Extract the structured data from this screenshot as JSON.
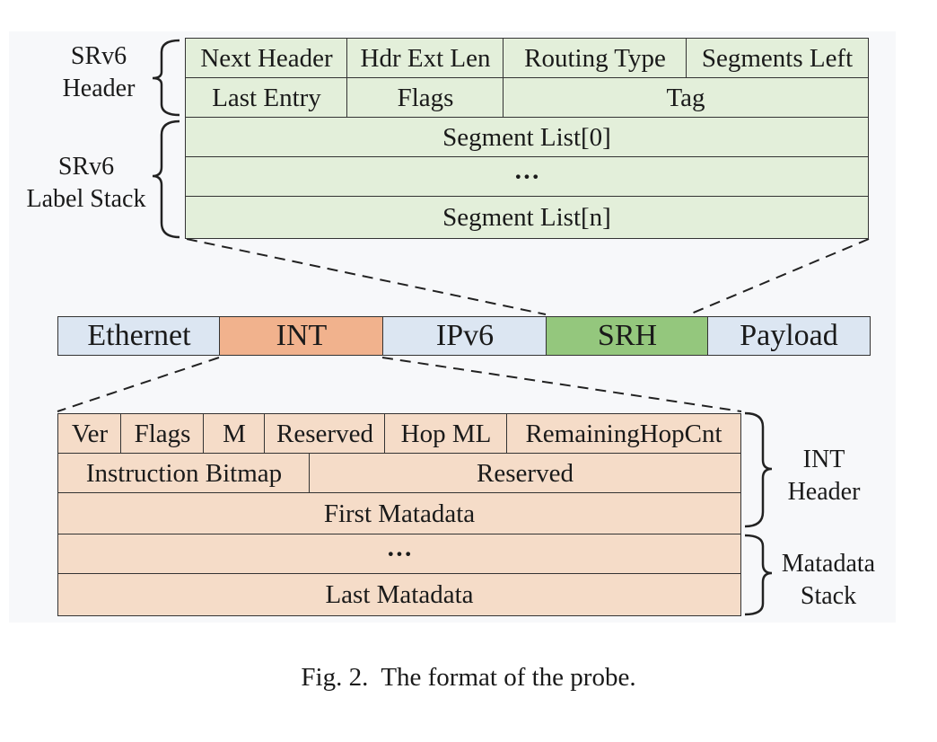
{
  "srv6_header": {
    "label": [
      "SRv6",
      "Header"
    ],
    "row1": [
      "Next Header",
      "Hdr Ext Len",
      "Routing Type",
      "Segments Left"
    ],
    "row2": [
      "Last Entry",
      "Flags",
      "Tag"
    ]
  },
  "srv6_label_stack": {
    "label": [
      "SRv6",
      "Label Stack"
    ],
    "rows": [
      "Segment List[0]",
      "···",
      "Segment List[n]"
    ]
  },
  "packet": [
    {
      "name": "Ethernet",
      "color": "#dce6f2"
    },
    {
      "name": "INT",
      "color": "#f1b28d"
    },
    {
      "name": "IPv6",
      "color": "#dce6f2"
    },
    {
      "name": "SRH",
      "color": "#94c77d"
    },
    {
      "name": "Payload",
      "color": "#dce6f2"
    }
  ],
  "int_header": {
    "label": [
      "INT",
      "Header"
    ],
    "row1": [
      "Ver",
      "Flags",
      "M",
      "Reserved",
      "Hop ML",
      "RemainingHopCnt"
    ],
    "row2": [
      "Instruction Bitmap",
      "Reserved"
    ],
    "row3": [
      "First Matadata"
    ]
  },
  "metadata_stack": {
    "label": [
      "Matadata",
      "Stack"
    ],
    "rows": [
      "···",
      "Last Matadata"
    ]
  },
  "caption": "Fig. 2.  The format of the probe."
}
